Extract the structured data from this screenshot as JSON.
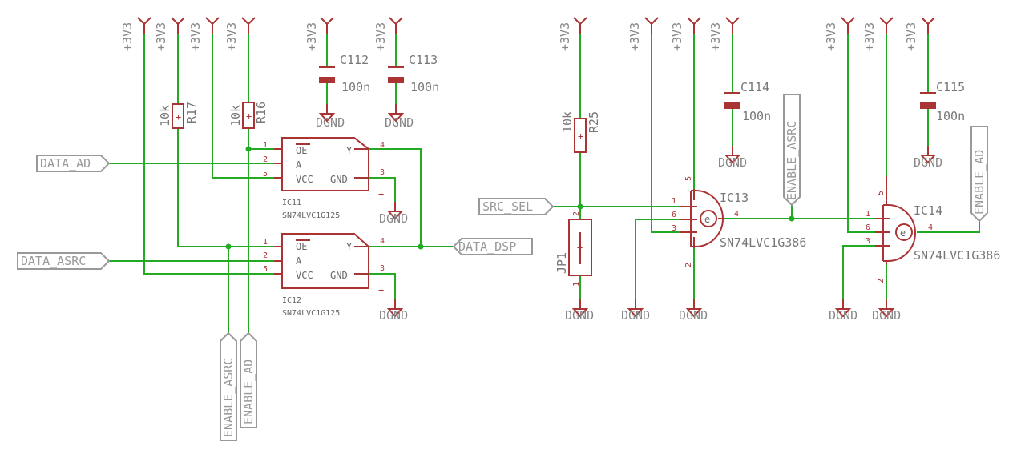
{
  "power": {
    "supply": "+3V3",
    "ground": "DGND"
  },
  "net_labels": {
    "data_ad": "DATA_AD",
    "data_asrc": "DATA_ASRC",
    "data_dsp": "DATA_DSP",
    "src_sel": "SRC_SEL",
    "enable_asrc": "ENABLE_ASRC",
    "enable_ad": "ENABLE_AD"
  },
  "resistors": [
    {
      "ref": "R17",
      "value": "10k"
    },
    {
      "ref": "R16",
      "value": "10k"
    },
    {
      "ref": "R25",
      "value": "10k"
    }
  ],
  "capacitors": [
    {
      "ref": "C112",
      "value": "100n"
    },
    {
      "ref": "C113",
      "value": "100n"
    },
    {
      "ref": "C114",
      "value": "100n"
    },
    {
      "ref": "C115",
      "value": "100n"
    }
  ],
  "buffers": [
    {
      "ref": "IC11",
      "part": "SN74LVC1G125"
    },
    {
      "ref": "IC12",
      "part": "SN74LVC1G125"
    }
  ],
  "xor_gates": [
    {
      "ref": "IC13",
      "part": "SN74LVC1G386",
      "symbol": "e"
    },
    {
      "ref": "IC14",
      "part": "SN74LVC1G386",
      "symbol": "e"
    }
  ],
  "jumper": {
    "ref": "JP1"
  },
  "buffer_pins": {
    "oe": "OE",
    "a": "A",
    "vcc": "VCC",
    "y": "Y",
    "gnd": "GND",
    "n1": "1",
    "n2": "2",
    "n3": "3",
    "n4": "4",
    "n5": "5"
  },
  "xor_pins": {
    "n1": "1",
    "n2": "2",
    "n3": "3",
    "n4": "4",
    "n5": "5",
    "n6": "6"
  },
  "jumper_pins": {
    "n1": "1",
    "n2": "2"
  },
  "plus_mark": "+"
}
